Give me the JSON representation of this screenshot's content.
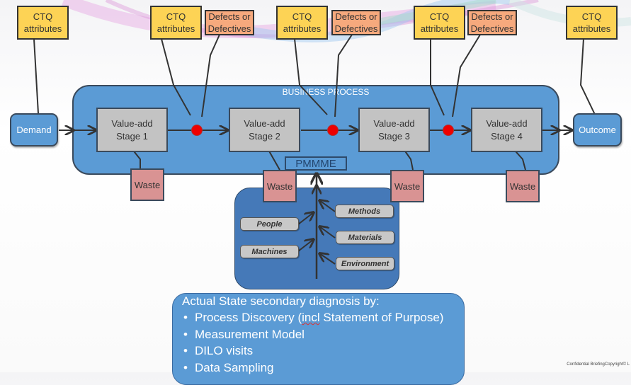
{
  "ctq_label": [
    "CTQ",
    "attributes"
  ],
  "defects_label": [
    "Defects or",
    "Defectives"
  ],
  "business_process": {
    "title": "BUSINESS PROCESS"
  },
  "demand": "Demand",
  "outcome": "Outcome",
  "stages": [
    {
      "line1": "Value-add",
      "line2": "Stage 1"
    },
    {
      "line1": "Value-add",
      "line2": "Stage 2"
    },
    {
      "line1": "Value-add",
      "line2": "Stage 3"
    },
    {
      "line1": "Value-add",
      "line2": "Stage 4"
    }
  ],
  "waste_label": "Waste",
  "pmmme": "PMMME",
  "factors": {
    "left": [
      "People",
      "Machines"
    ],
    "right": [
      "Methods",
      "Materials",
      "Environment"
    ]
  },
  "diagnosis": {
    "title": "Actual State secondary diagnosis by:",
    "items": [
      {
        "before": "Process Discovery (",
        "flagged": "incl",
        "after": " Statement of Purpose)"
      },
      {
        "before": "Measurement Model",
        "flagged": "",
        "after": ""
      },
      {
        "before": "DILO visits",
        "flagged": "",
        "after": ""
      },
      {
        "before": "Data Sampling",
        "flagged": "",
        "after": ""
      }
    ]
  },
  "footer": "Confidential BriefingCopyright© L",
  "colors": {
    "ctq": "#fdd355",
    "defects": "#f6a97d",
    "process_blue": "#5b9bd5",
    "stage_gray": "#c3c3c3",
    "waste": "#d99393",
    "defect_dot": "#ee0000"
  }
}
